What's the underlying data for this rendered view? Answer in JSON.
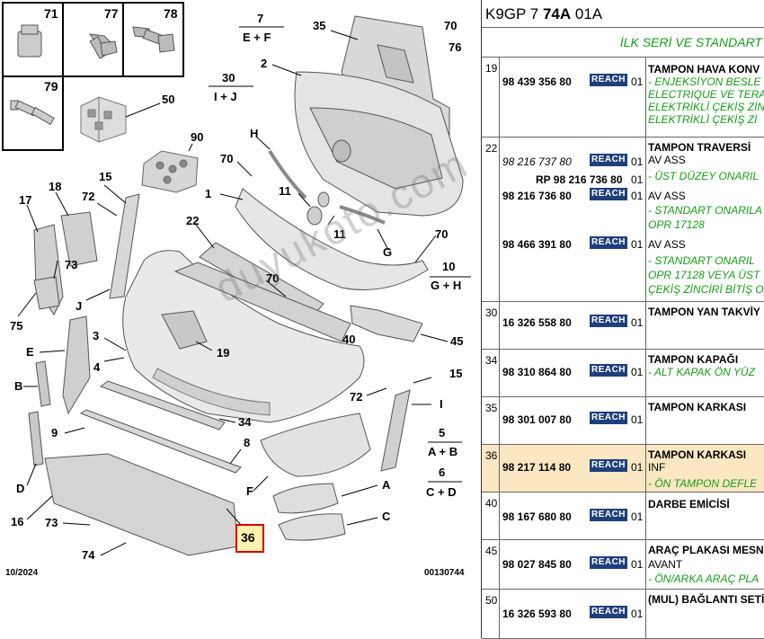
{
  "diagram": {
    "inset_callouts": [
      "71",
      "77",
      "78",
      "79",
      "50",
      "90"
    ],
    "callouts": [
      {
        "id": "c7",
        "text": "7"
      },
      {
        "id": "c7sub",
        "text": "E + F"
      },
      {
        "id": "c30",
        "text": "30"
      },
      {
        "id": "c30sub",
        "text": "I + J"
      },
      {
        "id": "c35",
        "text": "35"
      },
      {
        "id": "c70a",
        "text": "70"
      },
      {
        "id": "c76",
        "text": "76"
      },
      {
        "id": "c2",
        "text": "2"
      },
      {
        "id": "cH",
        "text": "H"
      },
      {
        "id": "c70b",
        "text": "70"
      },
      {
        "id": "c15a",
        "text": "15"
      },
      {
        "id": "c72a",
        "text": "72"
      },
      {
        "id": "c18",
        "text": "18"
      },
      {
        "id": "c17",
        "text": "17"
      },
      {
        "id": "c1",
        "text": "1"
      },
      {
        "id": "c11a",
        "text": "11"
      },
      {
        "id": "c11b",
        "text": "11"
      },
      {
        "id": "cG",
        "text": "G"
      },
      {
        "id": "c70c",
        "text": "70"
      },
      {
        "id": "c10",
        "text": "10"
      },
      {
        "id": "c10sub",
        "text": "G + H"
      },
      {
        "id": "c22",
        "text": "22"
      },
      {
        "id": "c73a",
        "text": "73"
      },
      {
        "id": "cJ",
        "text": "J"
      },
      {
        "id": "c75",
        "text": "75"
      },
      {
        "id": "c70d",
        "text": "70"
      },
      {
        "id": "c3",
        "text": "3"
      },
      {
        "id": "cE",
        "text": "E"
      },
      {
        "id": "c4",
        "text": "4"
      },
      {
        "id": "c19",
        "text": "19"
      },
      {
        "id": "c40",
        "text": "40"
      },
      {
        "id": "c45",
        "text": "45"
      },
      {
        "id": "cB",
        "text": "B"
      },
      {
        "id": "c15b",
        "text": "15"
      },
      {
        "id": "c72b",
        "text": "72"
      },
      {
        "id": "cI",
        "text": "I"
      },
      {
        "id": "c34",
        "text": "34"
      },
      {
        "id": "c9",
        "text": "9"
      },
      {
        "id": "c5",
        "text": "5"
      },
      {
        "id": "c5sub",
        "text": "A + B"
      },
      {
        "id": "c8",
        "text": "8"
      },
      {
        "id": "c6",
        "text": "6"
      },
      {
        "id": "c6sub",
        "text": "C + D"
      },
      {
        "id": "cF",
        "text": "F"
      },
      {
        "id": "cA",
        "text": "A"
      },
      {
        "id": "cD",
        "text": "D"
      },
      {
        "id": "c16",
        "text": "16"
      },
      {
        "id": "c73b",
        "text": "73"
      },
      {
        "id": "cC",
        "text": "C"
      },
      {
        "id": "c36",
        "text": "36"
      },
      {
        "id": "c74",
        "text": "74"
      }
    ],
    "footer_left": "10/2024",
    "footer_right": "00130744",
    "watermark": "duyukoto.com"
  },
  "panel": {
    "code_prefix": "K9GP 7 ",
    "code_bold": "74A",
    "code_suffix": " 01A",
    "subtitle": "İLK SERİ VE STANDART",
    "reach_label": "REACH",
    "rows": [
      {
        "idx": "19",
        "highlight": false,
        "parts": [
          {
            "pn": "98 439 356 80",
            "style": "bold",
            "qty": "01"
          }
        ],
        "lines": [
          {
            "text": "TAMPON HAVA KONV",
            "style": "bold"
          },
          {
            "text": "- ENJEKSİYON BESLE",
            "style": "green"
          },
          {
            "text": "ELECTRIQUE VE TERA",
            "style": "green"
          },
          {
            "text": "ELEKTRİKLİ ÇEKİŞ ZİN",
            "style": "green"
          },
          {
            "text": "ELEKTRİKLİ ÇEKİŞ Zİ",
            "style": "green"
          }
        ]
      },
      {
        "idx": "22",
        "highlight": false,
        "parts": [
          {
            "pn": "98 216 737 80",
            "style": "it",
            "qty": "01"
          },
          {
            "pn": "RP 98 216 736 80",
            "style": "bold",
            "qty": "01"
          },
          {
            "pn": "98 216 736 80",
            "style": "bold",
            "qty": "01"
          },
          {
            "pn": "98 466 391 80",
            "style": "bold",
            "qty": "01"
          }
        ],
        "lines": [
          {
            "text": "TAMPON TRAVERSİ",
            "style": "bold"
          },
          {
            "text": "AV ASS",
            "style": "plain"
          },
          {
            "text": "- ÜST DÜZEY ONARIL",
            "style": "green"
          },
          {
            "text": "",
            "style": "plain"
          },
          {
            "text": "AV ASS",
            "style": "plain"
          },
          {
            "text": "- STANDART ONARILA",
            "style": "green"
          },
          {
            "text": "OPR 17128",
            "style": "green"
          },
          {
            "text": "",
            "style": "plain"
          },
          {
            "text": "AV ASS",
            "style": "plain"
          },
          {
            "text": "- STANDART ONARIL",
            "style": "green"
          },
          {
            "text": "OPR 17128 VEYA ÜST",
            "style": "green"
          },
          {
            "text": "ÇEKİŞ ZİNCİRİ BİTİŞ O",
            "style": "green"
          }
        ]
      },
      {
        "idx": "30",
        "highlight": false,
        "parts": [
          {
            "pn": "16 326 558 80",
            "style": "bold",
            "qty": "01"
          }
        ],
        "lines": [
          {
            "text": "TAMPON YAN TAKVİY",
            "style": "bold"
          }
        ]
      },
      {
        "idx": "34",
        "highlight": false,
        "parts": [
          {
            "pn": "98 310 864 80",
            "style": "bold",
            "qty": "01"
          }
        ],
        "lines": [
          {
            "text": "TAMPON KAPAĞI",
            "style": "bold"
          },
          {
            "text": "- ALT KAPAK ÖN YÜZ",
            "style": "green"
          }
        ]
      },
      {
        "idx": "35",
        "highlight": false,
        "parts": [
          {
            "pn": "98 301 007 80",
            "style": "bold",
            "qty": "01"
          }
        ],
        "lines": [
          {
            "text": "TAMPON KARKASI",
            "style": "bold"
          }
        ]
      },
      {
        "idx": "36",
        "highlight": true,
        "parts": [
          {
            "pn": "98 217 114 80",
            "style": "bold",
            "qty": "01"
          }
        ],
        "lines": [
          {
            "text": "TAMPON KARKASI",
            "style": "bold"
          },
          {
            "text": "INF",
            "style": "plain"
          },
          {
            "text": "- ÖN TAMPON DEFLE",
            "style": "green"
          }
        ]
      },
      {
        "idx": "40",
        "highlight": false,
        "parts": [
          {
            "pn": "98 167 680 80",
            "style": "bold",
            "qty": "01"
          }
        ],
        "lines": [
          {
            "text": "DARBE EMİCİSİ",
            "style": "bold"
          }
        ]
      },
      {
        "idx": "45",
        "highlight": false,
        "parts": [
          {
            "pn": "98 027 845 80",
            "style": "bold",
            "qty": "01"
          }
        ],
        "lines": [
          {
            "text": "ARAÇ PLAKASI MESN",
            "style": "bold"
          },
          {
            "text": "AVANT",
            "style": "plain"
          },
          {
            "text": "- ÖN/ARKA ARAÇ PLA",
            "style": "green"
          }
        ]
      },
      {
        "idx": "50",
        "highlight": false,
        "parts": [
          {
            "pn": "16 326 593 80",
            "style": "bold",
            "qty": "01"
          }
        ],
        "lines": [
          {
            "text": "(MUL) BAĞLANTI SETİ",
            "style": "bold"
          }
        ]
      }
    ]
  }
}
